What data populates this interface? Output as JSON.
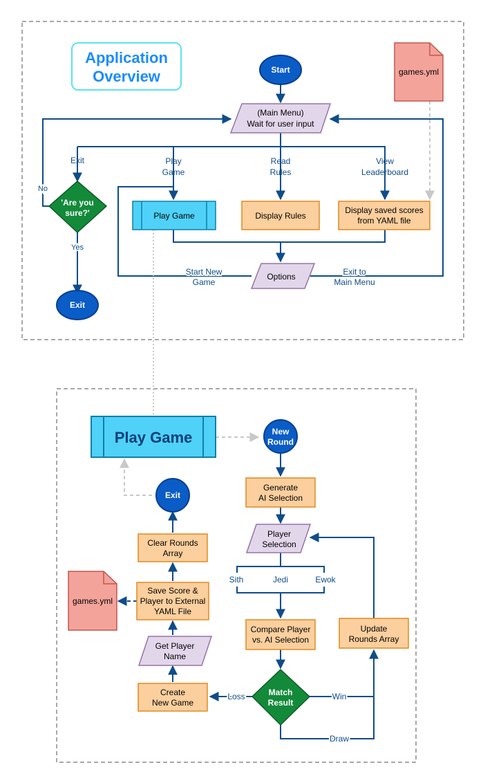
{
  "colors": {
    "line": "#0f4c8a",
    "dashed_border": "#a8a8a8",
    "terminal_fill": "#0a5cc7",
    "terminal_stroke": "#0a3f8c",
    "io_fill": "#e2d7ea",
    "io_stroke": "#9673a6",
    "process_fill": "#fbcf9e",
    "process_stroke": "#e08a1e",
    "subprocess_fill": "#4fd1f8",
    "subprocess_stroke": "#0e7fa8",
    "decision_fill": "#138a3a",
    "decision_stroke": "#0c5c26",
    "file_fill": "#f4a39a",
    "file_stroke": "#c2574c",
    "title_color": "#1a8cff",
    "title_border": "#5ce1ef"
  },
  "overview": {
    "title": [
      "Application",
      "Overview"
    ],
    "start": "Start",
    "main_menu": [
      "(Main Menu)",
      "Wait for user input"
    ],
    "file": "games.yml",
    "are_you_sure": [
      "'Are you",
      "sure?'"
    ],
    "play_game": "Play Game",
    "display_rules": "Display Rules",
    "display_scores": [
      "Display saved scores",
      "from YAML file"
    ],
    "options": "Options",
    "exit": "Exit",
    "edge_labels": {
      "exit": "Exit",
      "play_game": [
        "Play",
        "Game"
      ],
      "read_rules": [
        "Read",
        "Rules"
      ],
      "view_leaderboard": [
        "View",
        "Leaderboard"
      ],
      "no": "No",
      "yes": "Yes",
      "start_new_game": [
        "Start New",
        "Game"
      ],
      "exit_to_main_menu": [
        "Exit to",
        "Main Menu"
      ]
    }
  },
  "play_game_detail": {
    "title": "Play Game",
    "new_round": [
      "New",
      "Round"
    ],
    "generate_ai": [
      "Generate",
      "AI Selection"
    ],
    "player_selection": [
      "Player",
      "Selection"
    ],
    "choices": [
      "Sith",
      "Jedi",
      "Ewok"
    ],
    "compare": [
      "Compare Player",
      "vs. AI Selection"
    ],
    "update_rounds": [
      "Update",
      "Rounds Array"
    ],
    "match_result": [
      "Match",
      "Result"
    ],
    "result_labels": {
      "win": "Win",
      "loss": "Loss",
      "draw": "Draw"
    },
    "create_new_game": [
      "Create",
      "New Game"
    ],
    "get_player_name": [
      "Get Player",
      "Name"
    ],
    "save_score": [
      "Save Score &",
      "Player to External",
      "YAML File"
    ],
    "file": "games.yml",
    "clear_rounds": [
      "Clear Rounds",
      "Array"
    ],
    "exit": "Exit"
  }
}
